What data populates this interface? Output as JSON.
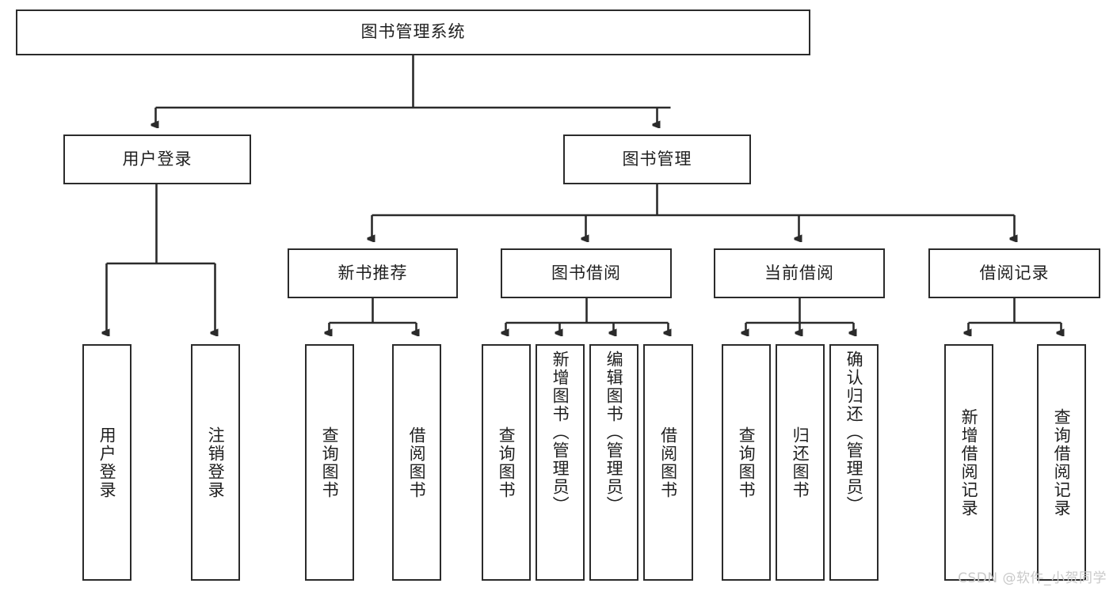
{
  "diagram": {
    "title_node": {
      "label": "图书管理系统"
    },
    "level2": [
      {
        "id": "user-login",
        "label": "用户登录"
      },
      {
        "id": "book-manage",
        "label": "图书管理"
      }
    ],
    "level3": [
      {
        "id": "new-book-recommend",
        "label": "新书推荐"
      },
      {
        "id": "book-borrow",
        "label": "图书借阅"
      },
      {
        "id": "current-borrow",
        "label": "当前借阅"
      },
      {
        "id": "borrow-record",
        "label": "借阅记录"
      }
    ],
    "leaves": [
      {
        "id": "leaf-user-login",
        "label": "用户登录",
        "parent": "user-login"
      },
      {
        "id": "leaf-user-logout",
        "label": "注销登录",
        "parent": "user-login"
      },
      {
        "id": "leaf-query-book-1",
        "label": "查询图书",
        "parent": "new-book-recommend"
      },
      {
        "id": "leaf-borrow-book-1",
        "label": "借阅图书",
        "parent": "new-book-recommend"
      },
      {
        "id": "leaf-query-book-2",
        "label": "查询图书",
        "parent": "book-borrow"
      },
      {
        "id": "leaf-add-book",
        "label": "新增图书（管理员）",
        "parent": "book-borrow"
      },
      {
        "id": "leaf-edit-book",
        "label": "编辑图书（管理员）",
        "parent": "book-borrow"
      },
      {
        "id": "leaf-borrow-book-2",
        "label": "借阅图书",
        "parent": "book-borrow"
      },
      {
        "id": "leaf-query-book-3",
        "label": "查询图书",
        "parent": "current-borrow"
      },
      {
        "id": "leaf-return-book",
        "label": "归还图书",
        "parent": "current-borrow"
      },
      {
        "id": "leaf-confirm-return",
        "label": "确认归还（管理员）",
        "parent": "current-borrow"
      },
      {
        "id": "leaf-add-record",
        "label": "新增借阅记录",
        "parent": "borrow-record"
      },
      {
        "id": "leaf-query-record",
        "label": "查询借阅记录",
        "parent": "borrow-record"
      }
    ],
    "watermark": "CSDN @软件_小贺同学",
    "colors": {
      "stroke": "#2b2b2b",
      "fill": "#ffffff",
      "text": "#1f1f1f",
      "watermark": "#c9c9c9"
    }
  }
}
